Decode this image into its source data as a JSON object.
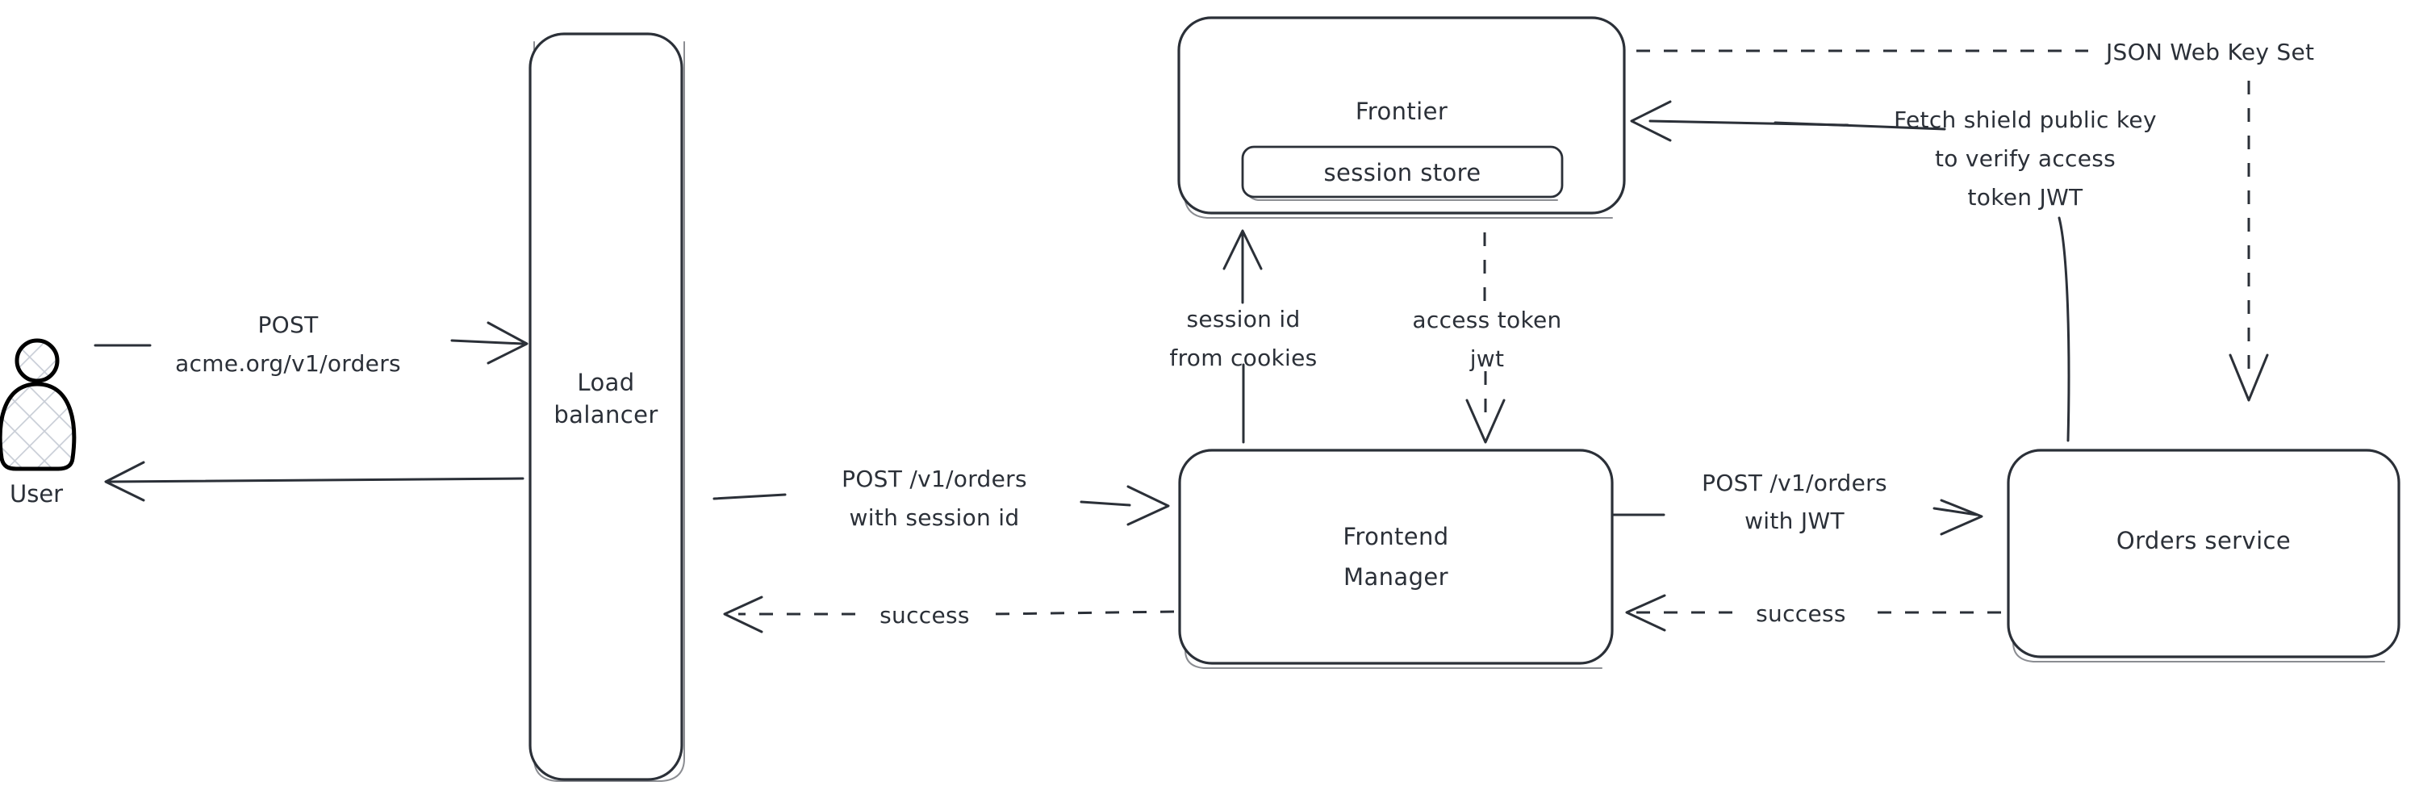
{
  "diagram": {
    "title": "Request auth flow",
    "style": "hand-drawn",
    "background_color": "#ffffff",
    "stroke_color": "#2b3038",
    "hatch_color": "#c9ced7"
  },
  "nodes": [
    {
      "id": "user",
      "label": "User",
      "icon": "person-icon",
      "shape": "actor"
    },
    {
      "id": "lb",
      "label_line1": "Load",
      "label_line2": "balancer",
      "shape": "rounded-rect-tall"
    },
    {
      "id": "frontier",
      "label": "Frontier",
      "shape": "rounded-rect"
    },
    {
      "id": "sessionstore",
      "label": "session store",
      "shape": "rounded-rect-inner"
    },
    {
      "id": "fm",
      "label_line1": "Frontend",
      "label_line2": "Manager",
      "shape": "rounded-rect"
    },
    {
      "id": "orders",
      "label": "Orders service",
      "shape": "rounded-rect"
    }
  ],
  "edges": [
    {
      "id": "user-to-lb",
      "from": "user",
      "to": "lb",
      "style": "solid",
      "label_line1": "POST",
      "label_line2": "acme.org/v1/orders"
    },
    {
      "id": "lb-to-user",
      "from": "lb",
      "to": "user",
      "style": "solid",
      "label": ""
    },
    {
      "id": "lb-to-fm",
      "from": "lb",
      "to": "fm",
      "style": "solid",
      "label_line1": "POST /v1/orders",
      "label_line2": "with session id"
    },
    {
      "id": "fm-to-lb-success",
      "from": "fm",
      "to": "lb",
      "style": "dashed",
      "label": "success"
    },
    {
      "id": "fm-to-frontier",
      "from": "fm",
      "to": "frontier",
      "style": "solid",
      "label_line1": "session id",
      "label_line2": "from cookies"
    },
    {
      "id": "frontier-to-fm",
      "from": "frontier",
      "to": "fm",
      "style": "dashed",
      "label_line1": "access token",
      "label_line2": "jwt"
    },
    {
      "id": "fm-to-orders",
      "from": "fm",
      "to": "orders",
      "style": "solid",
      "label_line1": "POST /v1/orders",
      "label_line2": "with JWT"
    },
    {
      "id": "orders-to-fm",
      "from": "orders",
      "to": "fm",
      "style": "dashed",
      "label": "success"
    },
    {
      "id": "orders-to-frontier",
      "from": "orders",
      "to": "frontier",
      "style": "solid",
      "label_line1": "Fetch shield public key",
      "label_line2": "to verify access",
      "label_line3": "token JWT"
    },
    {
      "id": "frontier-to-orders",
      "from": "frontier",
      "to": "orders",
      "style": "dashed",
      "label": "JSON Web Key Set"
    }
  ],
  "labels": {
    "user": "User",
    "load_balancer_l1": "Load",
    "load_balancer_l2": "balancer",
    "frontier": "Frontier",
    "session_store": "session store",
    "frontend_manager_l1": "Frontend",
    "frontend_manager_l2": "Manager",
    "orders_service": "Orders service",
    "post": "POST",
    "acme_url": "acme.org/v1/orders",
    "post_v1_orders_a": "POST /v1/orders",
    "with_session_id": "with session id",
    "success_left": "success",
    "session_id": "session id",
    "from_cookies": "from cookies",
    "access_token": "access token",
    "jwt": "jwt",
    "post_v1_orders_b": "POST /v1/orders",
    "with_jwt": "with JWT",
    "success_right": "success",
    "fetch_key_l1": "Fetch shield public key",
    "fetch_key_l2": "to verify access",
    "fetch_key_l3": "token JWT",
    "jwks": "JSON Web Key Set"
  }
}
